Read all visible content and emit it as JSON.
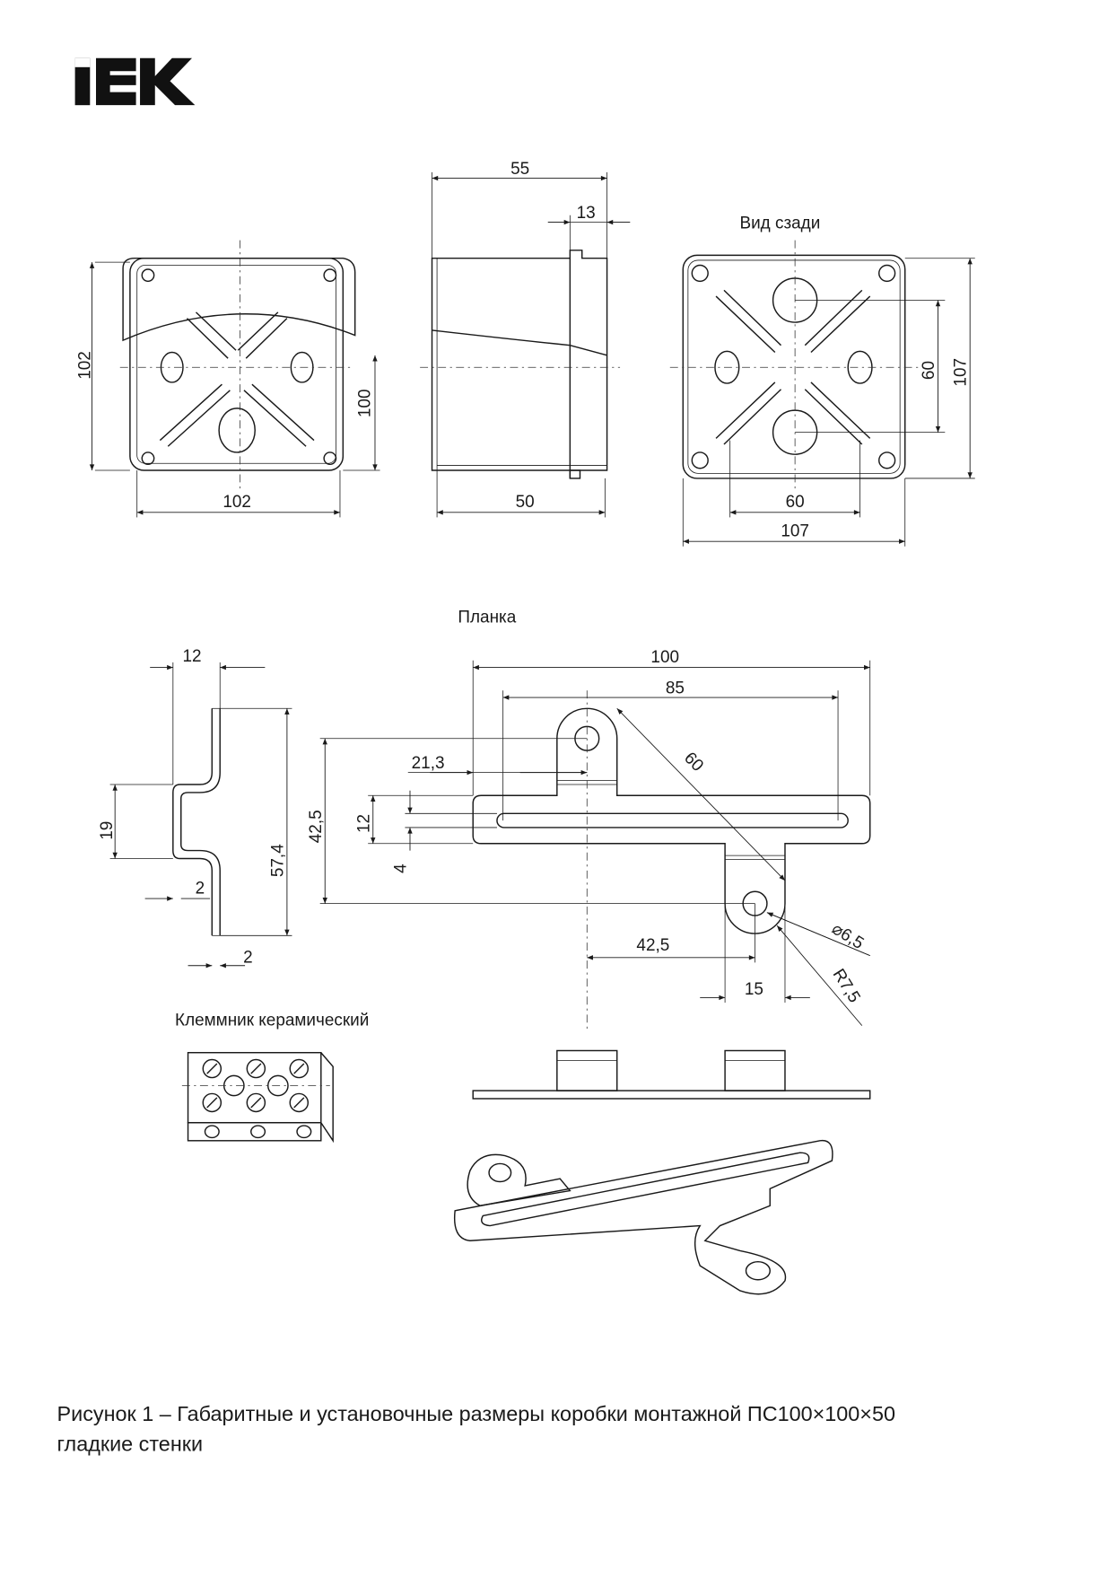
{
  "logo": {
    "text": "IEK"
  },
  "views": {
    "front": {
      "dims": {
        "height": "102",
        "inner_height": "100",
        "width": "102"
      }
    },
    "side": {
      "dims": {
        "depth": "55",
        "flange": "13",
        "body": "50"
      }
    },
    "back": {
      "title": "Вид сзади",
      "dims": {
        "hole_spacing_v": "60",
        "height": "107",
        "hole_spacing_h": "60",
        "width": "107"
      }
    }
  },
  "strap": {
    "title": "Планка",
    "profile_dims": {
      "width": "12",
      "offset": "19",
      "height": "57,4",
      "thickness_1": "2",
      "thickness_2": "2"
    },
    "plan_dims": {
      "length": "100",
      "slot_length": "85",
      "lug_spacing": "42,5",
      "lug_offset": "21,3",
      "bar_width": "12",
      "slot_width": "4",
      "diagonal": "60",
      "hole_dia": "⌀6,5",
      "radius": "R7,5",
      "lug_x": "42,5",
      "lug_width": "15"
    }
  },
  "terminal": {
    "title": "Клеммник керамический"
  },
  "caption": {
    "line1": "Рисунок 1 – Габаритные и установочные размеры коробки монтажной ПС100×100×50",
    "line2": "гладкие стенки"
  }
}
